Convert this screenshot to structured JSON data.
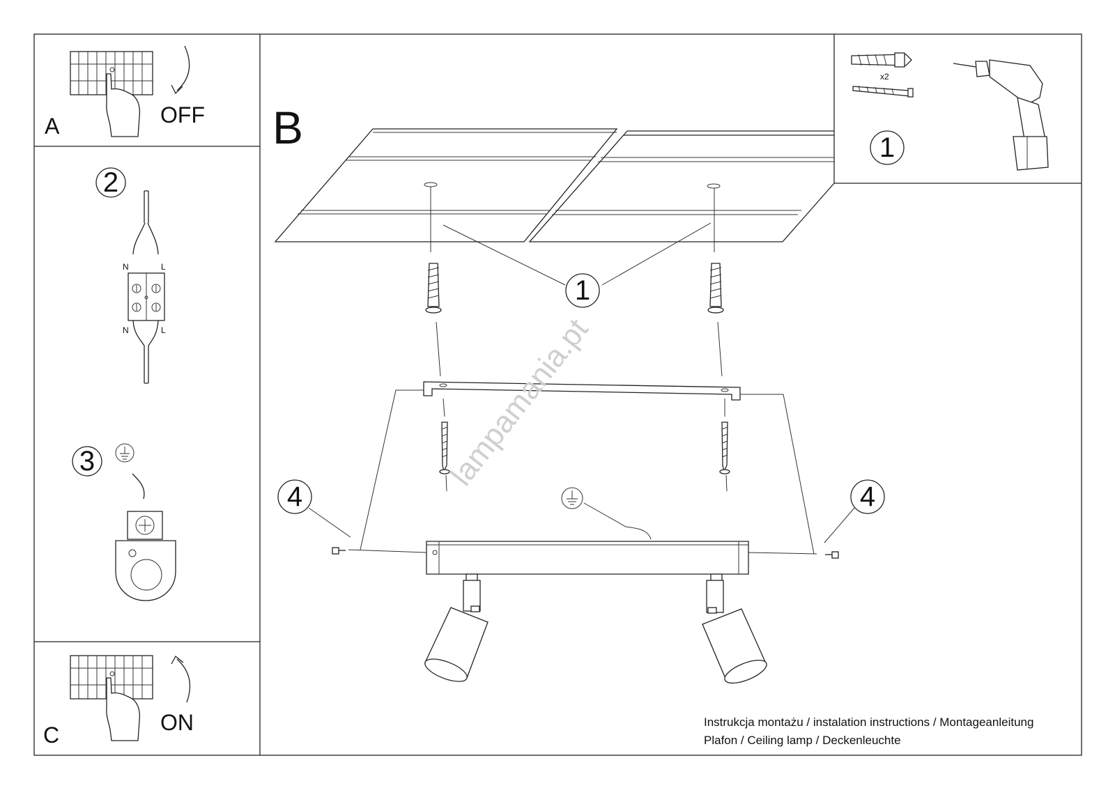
{
  "panels": {
    "a": {
      "letter": "A",
      "action": "OFF"
    },
    "b": {
      "letter": "B"
    },
    "c": {
      "letter": "C",
      "action": "ON"
    }
  },
  "steps": {
    "s1": "1",
    "s2": "2",
    "s3": "3",
    "s4": "4"
  },
  "wiring": {
    "n_label": "N",
    "l_label": "L"
  },
  "tools": {
    "anchor_count": "x2"
  },
  "watermark": "lampamania.pt",
  "caption": {
    "line1": "Instrukcja montażu / instalation instructions / Montageanleitung",
    "line2": "Plafon / Ceiling lamp / Deckenleuchte"
  }
}
